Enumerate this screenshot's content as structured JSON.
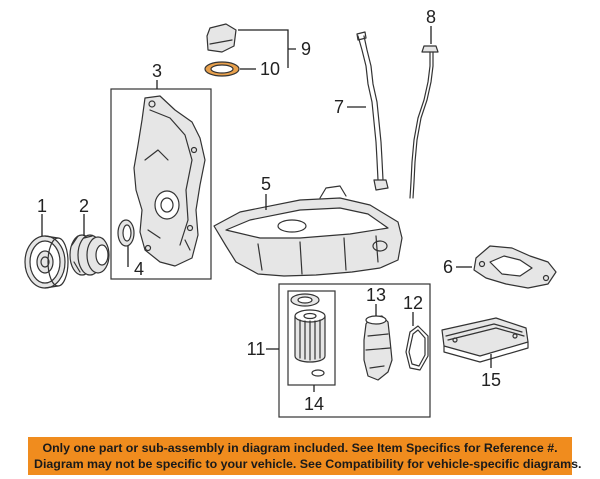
{
  "callouts": {
    "c1": "1",
    "c2": "2",
    "c3": "3",
    "c4": "4",
    "c5": "5",
    "c6": "6",
    "c7": "7",
    "c8": "8",
    "c9": "9",
    "c10": "10",
    "c11": "11",
    "c12": "12",
    "c13": "13",
    "c14": "14",
    "c15": "15"
  },
  "notice": {
    "line1": "Only one part or sub-assembly in diagram included. See Item Specifics for Reference #.",
    "line2": "Diagram may not be specific to your vehicle. See Compatibility for vehicle-specific diagrams."
  },
  "colors": {
    "notice_bg": "#f08c1e",
    "highlight_part": "#e8a04c"
  }
}
